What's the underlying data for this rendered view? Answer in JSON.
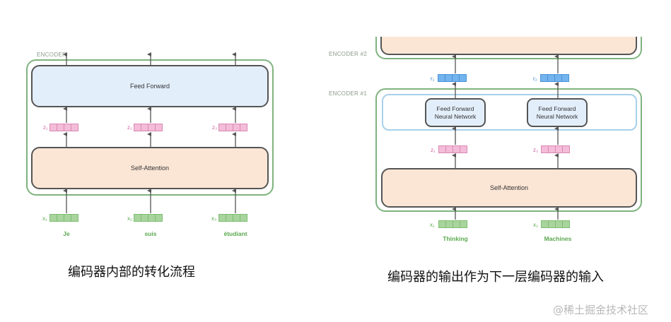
{
  "left": {
    "encoder_label": "ENCODER",
    "feed_forward_label": "Feed Forward",
    "self_attention_label": "Self-Attention",
    "inputs": [
      {
        "vec": "x₁",
        "z": "z₁",
        "word": "Je"
      },
      {
        "vec": "x₂",
        "z": "z₂",
        "word": "suis"
      },
      {
        "vec": "x₃",
        "z": "z₃",
        "word": "étudiant"
      }
    ],
    "caption": "编码器内部的转化流程"
  },
  "right": {
    "encoder2_label": "ENCODER #2",
    "encoder1_label": "ENCODER #1",
    "nn_line1": "Feed Forward",
    "nn_line2": "Neural Network",
    "self_attention_label": "Self-Attention",
    "inputs": [
      {
        "vec": "x₁",
        "z": "z₁",
        "r": "r₁",
        "word": "Thinking"
      },
      {
        "vec": "x₂",
        "z": "z₂",
        "r": "r₂",
        "word": "Machines"
      }
    ],
    "caption": "编码器的输出作为下一层编码器的输入"
  },
  "watermark": "@稀土掘金技术社区",
  "colors": {
    "encoder_border": "#7fb37f",
    "feed_forward_fill": "#e3eefb",
    "self_attention_fill": "#fbe6d6",
    "input_vector": "#a9d49e",
    "z_vector": "#f4bcd8",
    "r_vector": "#74b4ee"
  }
}
